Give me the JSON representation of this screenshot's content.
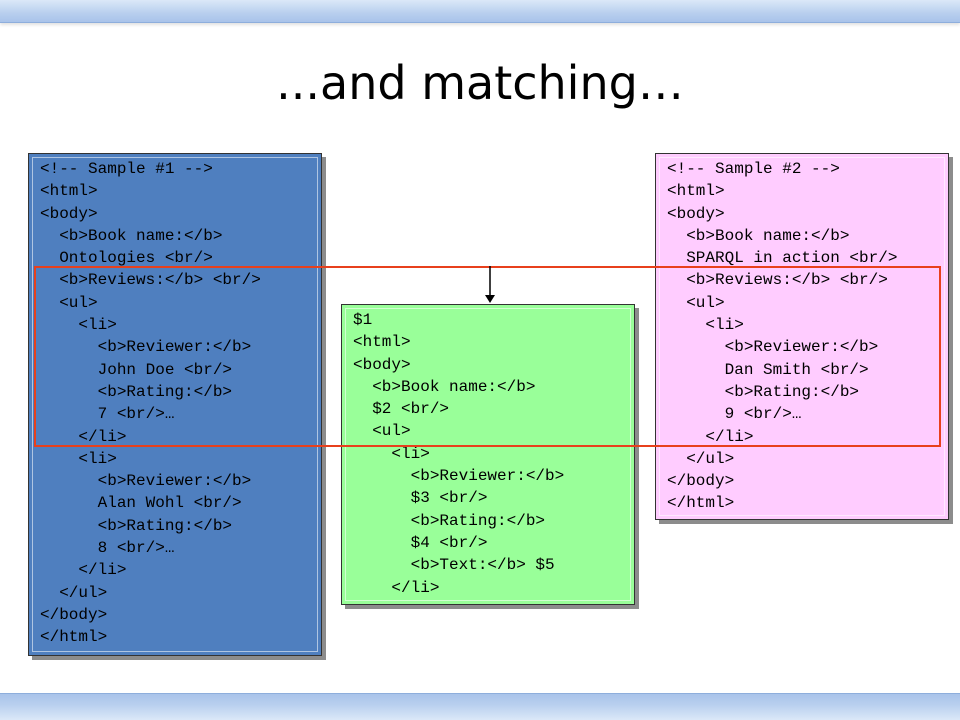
{
  "slide": {
    "title": "...and matching…"
  },
  "sample1": {
    "lines": [
      "<!-- Sample #1 -->",
      "<html>",
      "<body>",
      "  <b>Book name:</b>",
      "  Ontologies <br/>",
      "  <b>Reviews:</b> <br/>",
      "  <ul>",
      "    <li>",
      "      <b>Reviewer:</b>",
      "      John Doe <br/>",
      "      <b>Rating:</b>",
      "      7 <br/>…",
      "    </li>",
      "    <li>",
      "      <b>Reviewer:</b>",
      "      Alan Wohl <br/>",
      "      <b>Rating:</b>",
      "      8 <br/>…",
      "    </li>",
      "  </ul>",
      "</body>",
      "</html>"
    ]
  },
  "pattern": {
    "lines": [
      "$1",
      "<html>",
      "<body>",
      "  <b>Book name:</b>",
      "  $2 <br/>",
      "  <ul>",
      "    <li>",
      "      <b>Reviewer:</b>",
      "      $3 <br/>",
      "      <b>Rating:</b>",
      "      $4 <br/>",
      "      <b>Text:</b> $5",
      "    </li>"
    ]
  },
  "sample2": {
    "lines": [
      "<!-- Sample #2 -->",
      "<html>",
      "<body>",
      "  <b>Book name:</b>",
      "  SPARQL in action <br/>",
      "  <b>Reviews:</b> <br/>",
      "  <ul>",
      "    <li>",
      "      <b>Reviewer:</b>",
      "      Dan Smith <br/>",
      "      <b>Rating:</b>",
      "      9 <br/>…",
      "    </li>",
      "  </ul>",
      "</body>",
      "</html>"
    ]
  },
  "colors": {
    "sample1_fill": "#4f7fbf",
    "pattern_fill": "#99ff99",
    "sample2_fill": "#ffccff",
    "highlight_rect": "#e8401c",
    "arrow": "#000000"
  },
  "icons": {
    "connector": "down-arrow-icon"
  }
}
